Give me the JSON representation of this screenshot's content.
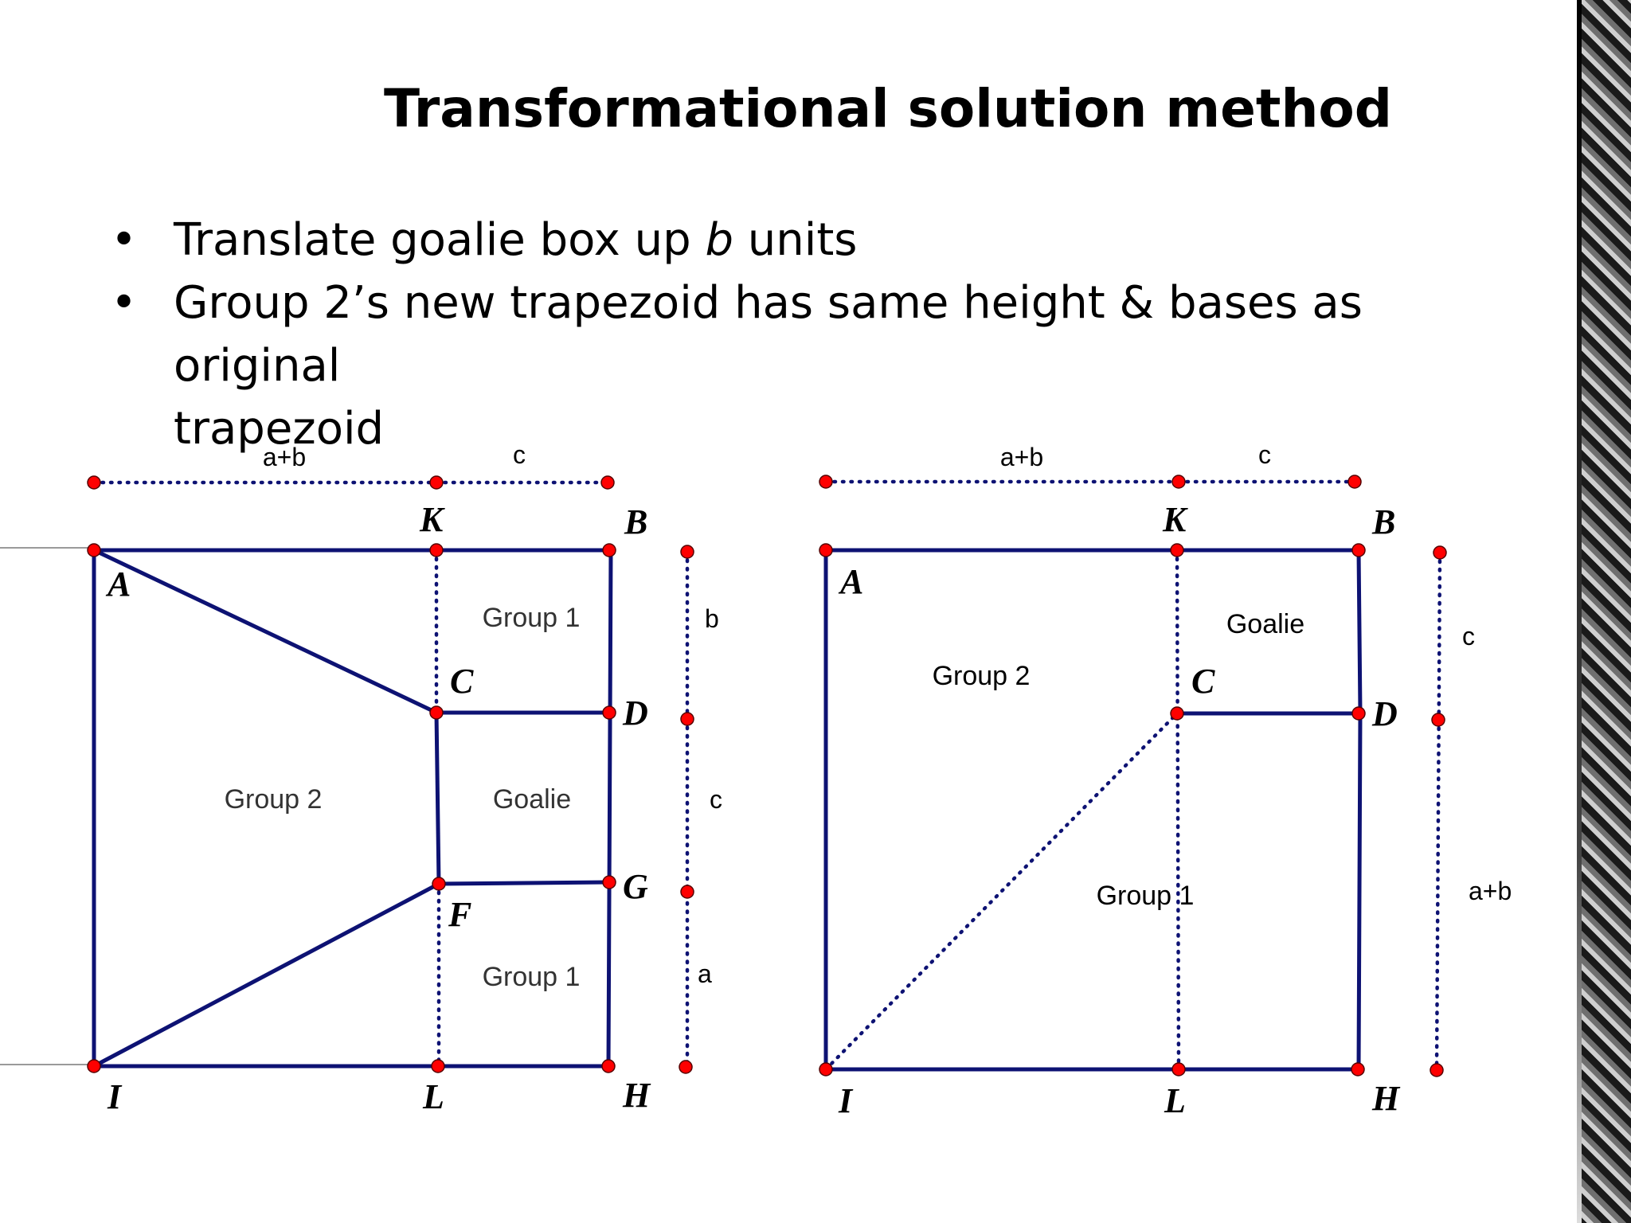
{
  "slide": {
    "title": "Transformational solution method",
    "bullets": [
      {
        "bullet_char": "•",
        "pre": "Translate goalie box up ",
        "em": "b",
        "post": " units",
        "cont": ""
      },
      {
        "bullet_char": "•",
        "pre": "Group 2’s new trapezoid has same height & bases as original",
        "em": "",
        "post": "",
        "cont": "trapezoid"
      }
    ]
  },
  "colors": {
    "segment": "#0d1273",
    "point": "#ff0000",
    "point_stroke": "#550000"
  },
  "left_figure": {
    "top_measures": [
      "a+b",
      "c"
    ],
    "side_measures": [
      "b",
      "c",
      "a"
    ],
    "vertices": [
      "A",
      "K",
      "B",
      "C",
      "D",
      "F",
      "G",
      "I",
      "L",
      "H"
    ],
    "regions": [
      "Group 1",
      "Group 2",
      "Goalie",
      "Group 1"
    ]
  },
  "right_figure": {
    "top_measures": [
      "a+b",
      "c"
    ],
    "side_measures": [
      "c",
      "a+b"
    ],
    "vertices": [
      "A",
      "K",
      "B",
      "C",
      "D",
      "I",
      "L",
      "H"
    ],
    "regions": [
      "Goalie",
      "Group 2",
      "Group 1"
    ]
  }
}
